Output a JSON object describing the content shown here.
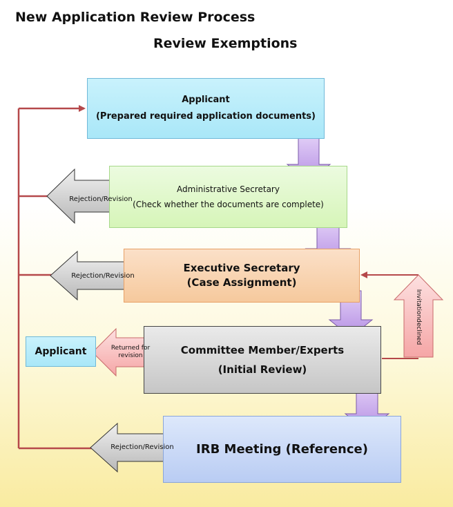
{
  "title": {
    "line1": "New Application Review Process",
    "line2": "Review  Exemptions"
  },
  "boxes": {
    "applicant": {
      "line1": "Applicant",
      "line2": "(Prepared required application documents)"
    },
    "admin_secretary": {
      "line1": "Administrative Secretary",
      "line2": "(Check whether the documents are complete)"
    },
    "exec_secretary": {
      "line1": "Executive Secretary",
      "line2": "(Case Assignment)"
    },
    "committee": {
      "line1": "Committee Member/Experts",
      "line2": "(Initial Review)"
    },
    "irb_meeting": {
      "line1": "IRB Meeting (Reference)"
    },
    "applicant_small": {
      "line1": "Applicant"
    }
  },
  "arrows": {
    "rejection_1": "Rejection/Revision",
    "rejection_2": "Rejection/Revision",
    "rejection_3": "Rejection/Revision",
    "returned": {
      "line1": "Returned for",
      "line2": "revision"
    },
    "invitation": "Invitationdeclined"
  },
  "colors": {
    "feedback_line": "#b5484a",
    "down_arrow_fill": "#c7a7ea",
    "down_arrow_stroke": "#7a5aa8",
    "rejection_arrow_fill": "#d0d0d0",
    "returned_arrow_fill": "#f9c0c0",
    "invitation_arrow_fill": "#f9c0c0"
  }
}
